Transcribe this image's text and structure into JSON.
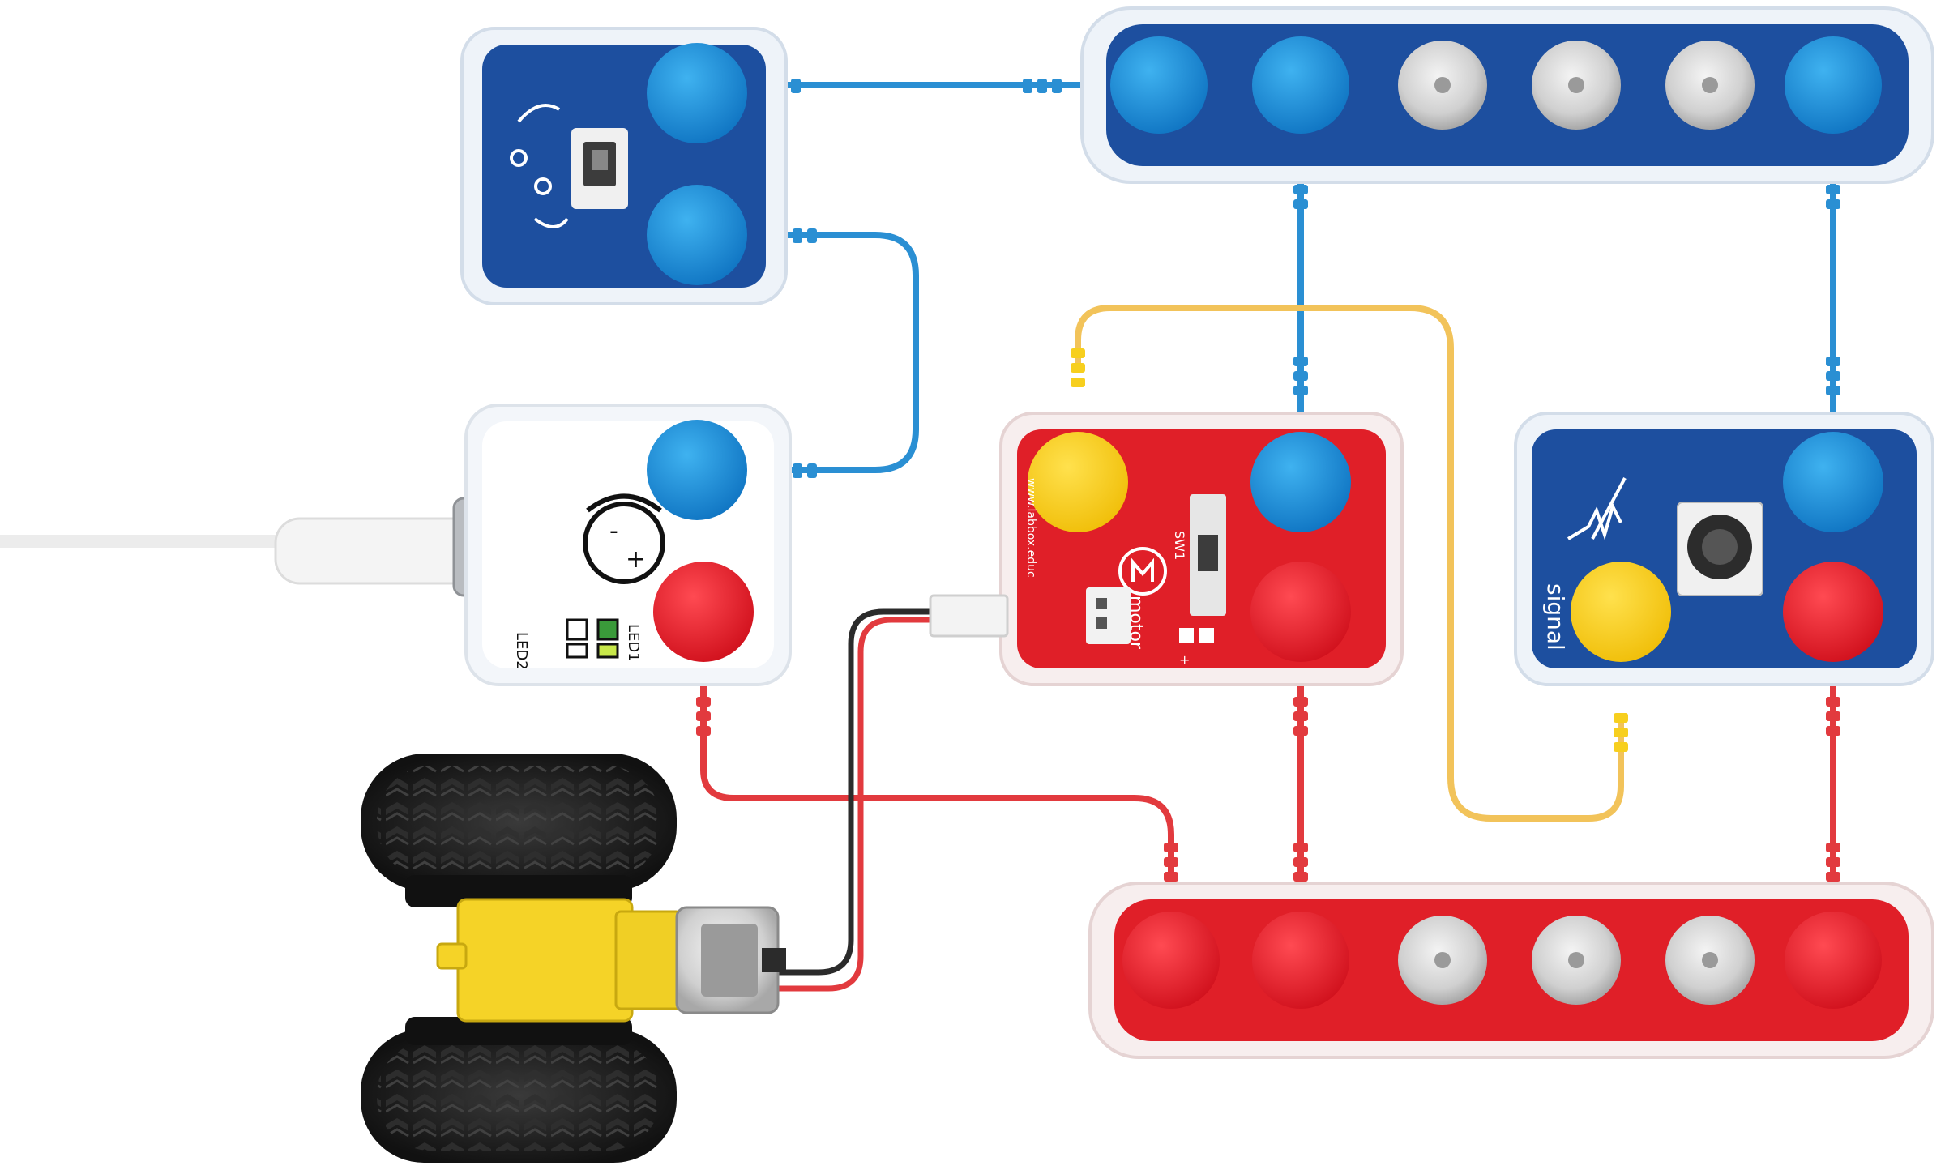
{
  "modules": {
    "power": {
      "label_led1": "LED1",
      "label_led2": "LED2",
      "label_plus": "+",
      "label_minus": "-"
    },
    "motor": {
      "label_motor": "motor",
      "label_switch": "SW1",
      "label_url": "www.labbox.educ",
      "label_plus": "+"
    },
    "potentiometer": {
      "label_signal": "signal"
    }
  },
  "colors": {
    "positive": "#e8232f",
    "negative": "#1386d4",
    "signal": "#f7cf1e",
    "blue_board": "#1d4f9f",
    "red_board": "#e01f28",
    "wire_red": "#e23a3e",
    "wire_blue": "#2a8fd3",
    "wire_yellow": "#f2c35a"
  },
  "icons": [
    "usb-cable-icon",
    "switch-icon",
    "potentiometer-icon",
    "motor-icon",
    "wheel-icon",
    "led-indicator-icon"
  ]
}
